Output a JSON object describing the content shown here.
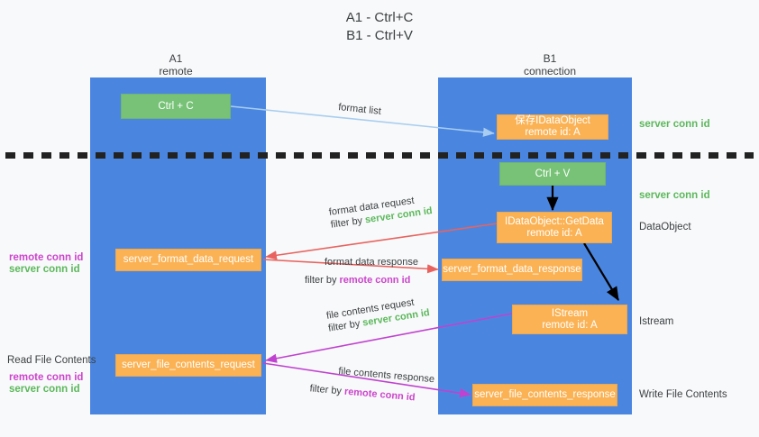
{
  "title": {
    "line1": "A1 - Ctrl+C",
    "line2": "B1 - Ctrl+V"
  },
  "lanes": [
    {
      "id": "a1",
      "name": "A1",
      "sub": "remote"
    },
    {
      "id": "b1",
      "name": "B1",
      "sub": "connection"
    }
  ],
  "colors": {
    "lane": "#4a86e0",
    "green_box": "#77c277",
    "orange_box": "#fbb254",
    "server_conn": "#5cb85c",
    "remote_conn": "#cc44cc",
    "arrow_format_list": "#a8cdf0",
    "arrow_format_data": "#e8635f",
    "arrow_file_contents": "#c042d0",
    "arrow_black": "#000000",
    "text": "#3c4043",
    "background": "#f8f9fa"
  },
  "boxes": {
    "ctrl_c": {
      "label": "Ctrl + C"
    },
    "ctrl_v": {
      "label": "Ctrl + V"
    },
    "save_dataobject": {
      "line1": "保存IDataObject",
      "line2": "remote id: A"
    },
    "getdata": {
      "line1": "IDataObject::GetData",
      "line2": "remote id: A"
    },
    "istream": {
      "line1": "IStream",
      "line2": "remote id: A"
    },
    "server_format_data_request": {
      "label": "server_format_data_request"
    },
    "server_format_data_response": {
      "label": "server_format_data_response"
    },
    "server_file_contents_request": {
      "label": "server_file_contents_request"
    },
    "server_file_contents_response": {
      "label": "server_file_contents_response"
    }
  },
  "right_labels": {
    "server_conn_id_1": "server conn id",
    "server_conn_id_2": "server conn id",
    "dataobject": "DataObject",
    "istream": "Istream",
    "write_file_contents": "Write File Contents"
  },
  "left_labels": {
    "remote_conn_id_1": "remote conn id",
    "server_conn_id_1": "server conn id",
    "read_file_contents": "Read File Contents",
    "remote_conn_id_2": "remote conn id",
    "server_conn_id_2": "server conn id"
  },
  "edges": {
    "format_list": {
      "label": "format list"
    },
    "format_data_request": {
      "line1": "format data request",
      "filter_prefix": "filter by ",
      "filter_value": "server conn id"
    },
    "format_data_response": {
      "line1": "format data response",
      "filter_prefix": "filter by ",
      "filter_value": "remote conn id"
    },
    "file_contents_request": {
      "line1": "file contents request",
      "filter_prefix": "filter by ",
      "filter_value": "server conn id"
    },
    "file_contents_response": {
      "line1": "file contents response",
      "filter_prefix": "filter by ",
      "filter_value": "remote conn id"
    }
  }
}
